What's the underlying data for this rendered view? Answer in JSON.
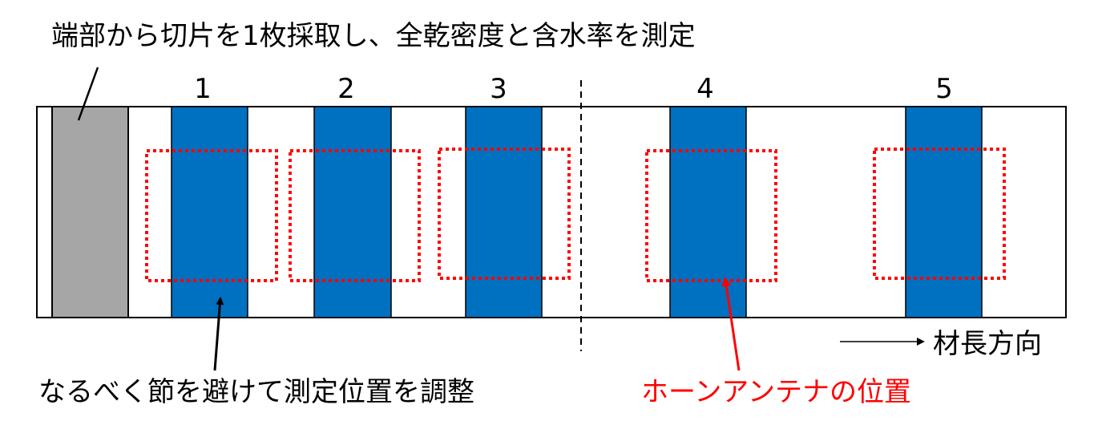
{
  "annotations": {
    "top_note": "端部から切片を1枚採取し、全乾密度と含水率を測定",
    "bottom_left_note": "なるべく節を避けて測定位置を調整",
    "bottom_right_note": "ホーンアンテナの位置",
    "direction_label": "材長方向"
  },
  "positions": [
    "1",
    "2",
    "3",
    "4",
    "5"
  ],
  "colors": {
    "antenna_blue": "#0070C0",
    "sample_gray": "#A6A6A6",
    "dotted_red": "#FF0000",
    "note_red": "#FF0000"
  }
}
